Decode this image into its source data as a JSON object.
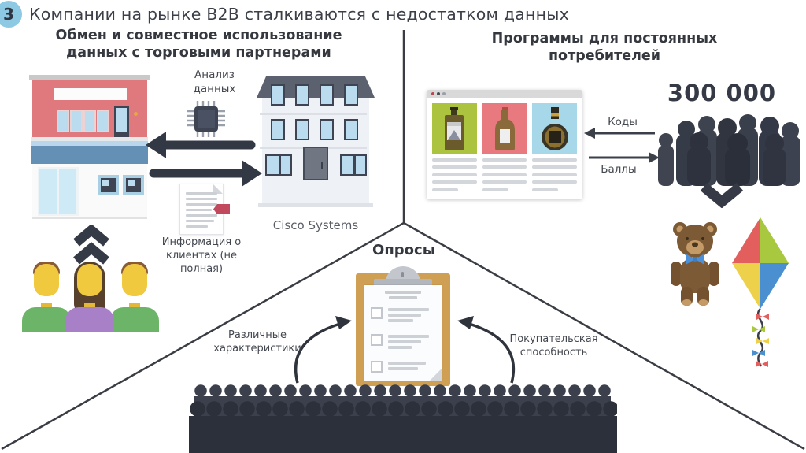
{
  "page": {
    "badge": "3",
    "title": "Компании на рынке B2B сталкиваются с недостатком данных"
  },
  "partners": {
    "heading": "Обмен и совместное использование данных с торговыми партнерами",
    "chip_label": "Анализ данных",
    "doc_label": "Информация о клиентах (не полная)",
    "company_label": "Cisco Systems"
  },
  "loyalty": {
    "heading": "Программы для постоянных потребителей",
    "codes_label": "Коды",
    "points_label": "Баллы",
    "count": "300 000"
  },
  "surveys": {
    "heading": "Опросы",
    "left_label": "Различные характеристики",
    "right_label": "Покупательская способность"
  },
  "icons": {
    "badge": "step-number-badge",
    "store": "retail-store-icon",
    "chip": "processor-chip-icon",
    "exchange_arrows": "exchange-arrows-icon",
    "document": "client-info-document-icon",
    "building": "office-building-icon",
    "chevron_up": "double-chevron-up-icon",
    "avatars": "customers-avatars-icon",
    "browser": "online-store-window-icon",
    "thin_arrows": "codes-points-arrows-icon",
    "crowd": "consumers-crowd-icon",
    "chevron_down": "chevron-down-icon",
    "teddy": "teddy-bear-icon",
    "kite": "kite-icon",
    "clipboard": "survey-clipboard-icon",
    "curved_arrows": "curved-arrows-icon",
    "audience": "audience-crowd-icon"
  },
  "colors": {
    "badge_bg": "#8dc9e2",
    "text_dark": "#3b3f48",
    "divider_line": "#3a3d44",
    "arrow_dark": "#333845",
    "store_pink": "#e0797e",
    "awning_blue": "#6590b5",
    "window_blue": "#badcee",
    "roof_gray": "#5c6170",
    "tag_red": "#c2485e",
    "avatar_yellow": "#f1c93f",
    "shirt_green": "#6cb468",
    "shirt_purple": "#a880c8",
    "card_green": "#abc33e",
    "card_red": "#e8797e",
    "card_blue": "#a7d8ea",
    "clipboard_tan": "#cfa053",
    "bear_brown": "#7d5a36",
    "kite_red": "#e25f5e",
    "kite_green": "#a8c840",
    "kite_yellow": "#edd14b",
    "kite_blue": "#4a8fd0",
    "crowd_dark": "#2c303b"
  }
}
